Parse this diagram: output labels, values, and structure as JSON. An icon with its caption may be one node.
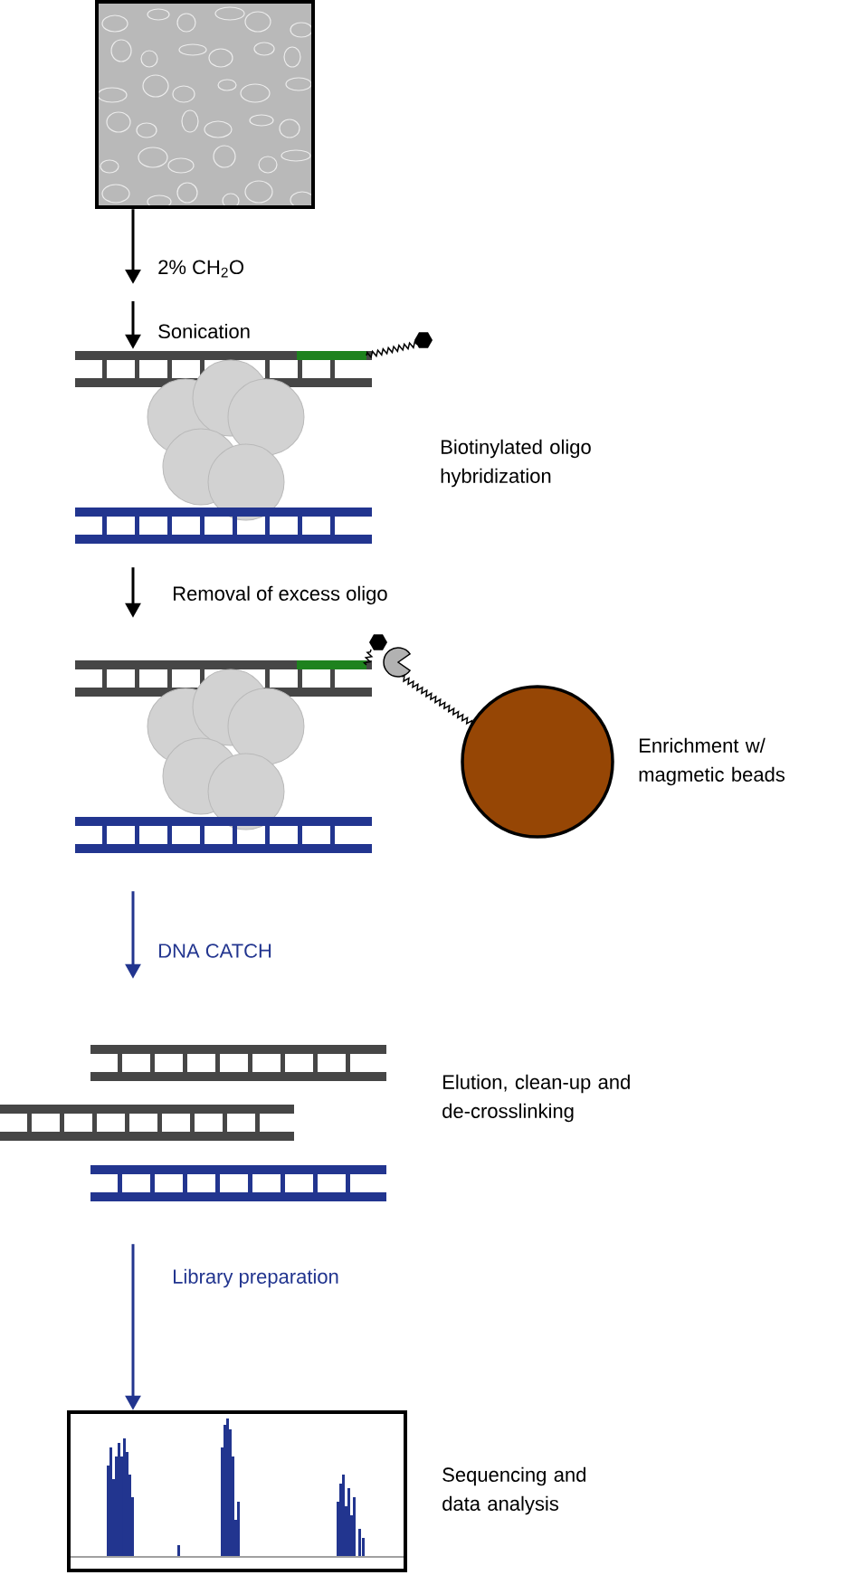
{
  "diagram": {
    "nodes": [
      {
        "text": [],
        "shape": "picture"
      },
      {
        "text": [],
        "shape": "picture",
        "beside": [
          "Biotinylated oligo hybridization"
        ]
      },
      {
        "text": [],
        "shape": "picture",
        "beside": [
          "Enrichment w/ magmetic beads"
        ]
      },
      {
        "text": [],
        "shape": "picture",
        "beside": [
          "Elution, clean-up and de-crosslinking"
        ]
      },
      {
        "text": [],
        "shape": "picture",
        "beside": [
          "Sequencing and data analysis"
        ]
      }
    ],
    "edges": [
      {
        "from": 0,
        "to": null,
        "arrow": "to",
        "label": "2% CH$_{2}$O"
      },
      {
        "from": null,
        "to": 1,
        "arrow": "to",
        "label": "Sonication"
      },
      {
        "from": 1,
        "to": 2,
        "arrow": "to",
        "label": "Removal of excess oligo"
      },
      {
        "from": 2,
        "to": 3,
        "arrow": "to",
        "label": "DNA CATCH",
        "color": "#22358f"
      },
      {
        "from": 3,
        "to": 4,
        "arrow": "to",
        "label": "Library preparation",
        "color": "#22358f"
      }
    ]
  }
}
